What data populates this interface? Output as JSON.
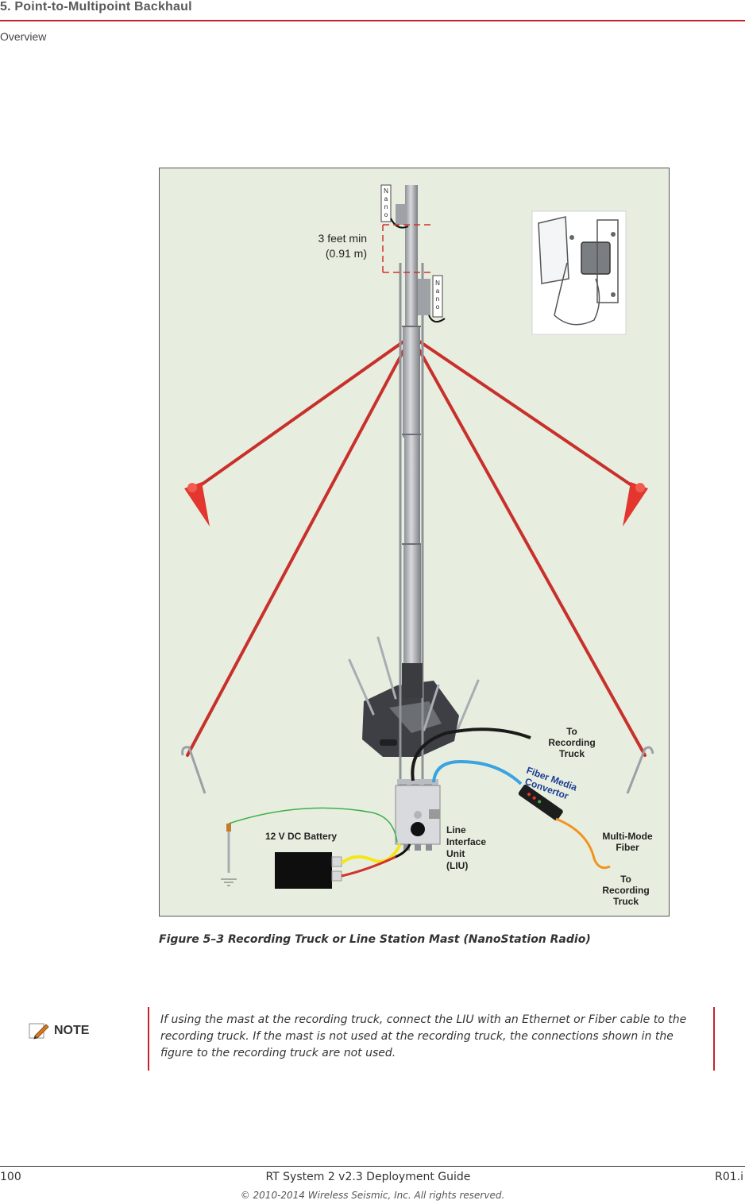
{
  "header": {
    "section_title": "5. Point-to-Multipoint Backhaul",
    "subsection": "Overview"
  },
  "figure": {
    "labels": {
      "top_radio": "Nano",
      "lower_radio": "Nano",
      "spacing_line1": "3 feet min",
      "spacing_line2": "(0.91 m)",
      "to_truck_1_line1": "To",
      "to_truck_1_line2": "Recording",
      "to_truck_1_line3": "Truck",
      "fiber_media_line1": "Fiber Media",
      "fiber_media_line2": "Convertor",
      "multimode_line1": "Multi-Mode",
      "multimode_line2": "Fiber",
      "to_truck_2_line1": "To",
      "to_truck_2_line2": "Recording",
      "to_truck_2_line3": "Truck",
      "battery": "12 V DC Battery",
      "liu_line1": "Line",
      "liu_line2": "Interface",
      "liu_line3": "Unit",
      "liu_line4": "(LIU)"
    },
    "colors": {
      "background": "#e8eedf",
      "guy_wire": "#c8302c",
      "ethernet_cable": "#1a1a1a",
      "blue_cable": "#3aa3e0",
      "fiber_cable": "#f0941e",
      "power_yellow": "#f5e61a",
      "ground_wire": "#3fae49"
    }
  },
  "caption": "Figure 5–3  Recording Truck or Line Station Mast (NanoStation Radio)",
  "note": {
    "label": "NOTE",
    "icon": "pencil-icon",
    "text": "If using the mast at the recording truck, connect the LIU with an Ethernet or Fiber cable to the recording truck. If the mast is not used at the recording truck, the connections shown in the figure to the recording truck are not used."
  },
  "footer": {
    "page_number": "100",
    "doc_title": "RT System 2 v2.3 Deployment Guide",
    "revision": "R01.i",
    "copyright": "© 2010-2014 Wireless Seismic, Inc. All rights reserved."
  }
}
